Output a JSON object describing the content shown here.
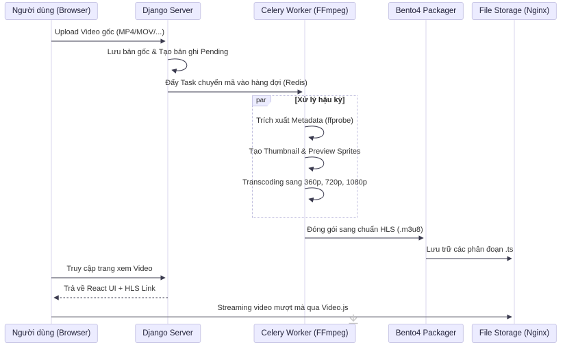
{
  "diagram": {
    "type": "sequence-diagram",
    "participants": [
      {
        "label": "Người dùng (Browser)"
      },
      {
        "label": "Django Server"
      },
      {
        "label": "Celery Worker (FFmpeg)"
      },
      {
        "label": "Bento4 Packager"
      },
      {
        "label": "File Storage (Nginx)"
      }
    ],
    "par_block": {
      "keyword": "par",
      "title": "[Xử lý hậu kỳ]"
    },
    "messages": [
      {
        "from": "Người dùng (Browser)",
        "to": "Django Server",
        "text": "Upload Video gốc (MP4/MOV/...)",
        "line": "solid"
      },
      {
        "from": "Django Server",
        "to": "Django Server",
        "text": "Lưu bản gốc & Tạo bản ghi Pending",
        "line": "self"
      },
      {
        "from": "Django Server",
        "to": "Celery Worker (FFmpeg)",
        "text": "Đẩy Task chuyển mã vào hàng đợi (Redis)",
        "line": "solid"
      },
      {
        "from": "Celery Worker (FFmpeg)",
        "to": "Celery Worker (FFmpeg)",
        "text": "Trích xuất Metadata (ffprobe)",
        "line": "self"
      },
      {
        "from": "Celery Worker (FFmpeg)",
        "to": "Celery Worker (FFmpeg)",
        "text": "Tạo Thumbnail & Preview Sprites",
        "line": "self"
      },
      {
        "from": "Celery Worker (FFmpeg)",
        "to": "Celery Worker (FFmpeg)",
        "text": "Transcoding sang 360p, 720p, 1080p",
        "line": "self"
      },
      {
        "from": "Celery Worker (FFmpeg)",
        "to": "Bento4 Packager",
        "text": "Đóng gói sang chuẩn HLS (.m3u8)",
        "line": "solid"
      },
      {
        "from": "Bento4 Packager",
        "to": "File Storage (Nginx)",
        "text": "Lưu trữ các phân đoạn .ts",
        "line": "solid"
      },
      {
        "from": "Người dùng (Browser)",
        "to": "Django Server",
        "text": "Truy cập trang xem Video",
        "line": "solid"
      },
      {
        "from": "Django Server",
        "to": "Người dùng (Browser)",
        "text": "Trả về React UI + HLS Link",
        "line": "dashed"
      },
      {
        "from": "Người dùng (Browser)",
        "to": "File Storage (Nginx)",
        "text": "Streaming video mượt mà qua Video.js",
        "line": "solid"
      }
    ],
    "icons": {
      "scroll_down": "scroll-down-icon"
    },
    "colors": {
      "actor_fill": "#ECECFF",
      "actor_border": "#c9c7e6",
      "arrow": "#3b3b4f",
      "lifeline": "#d8d5ec",
      "par_border": "#b8b6da",
      "background": "#ffffff"
    }
  }
}
